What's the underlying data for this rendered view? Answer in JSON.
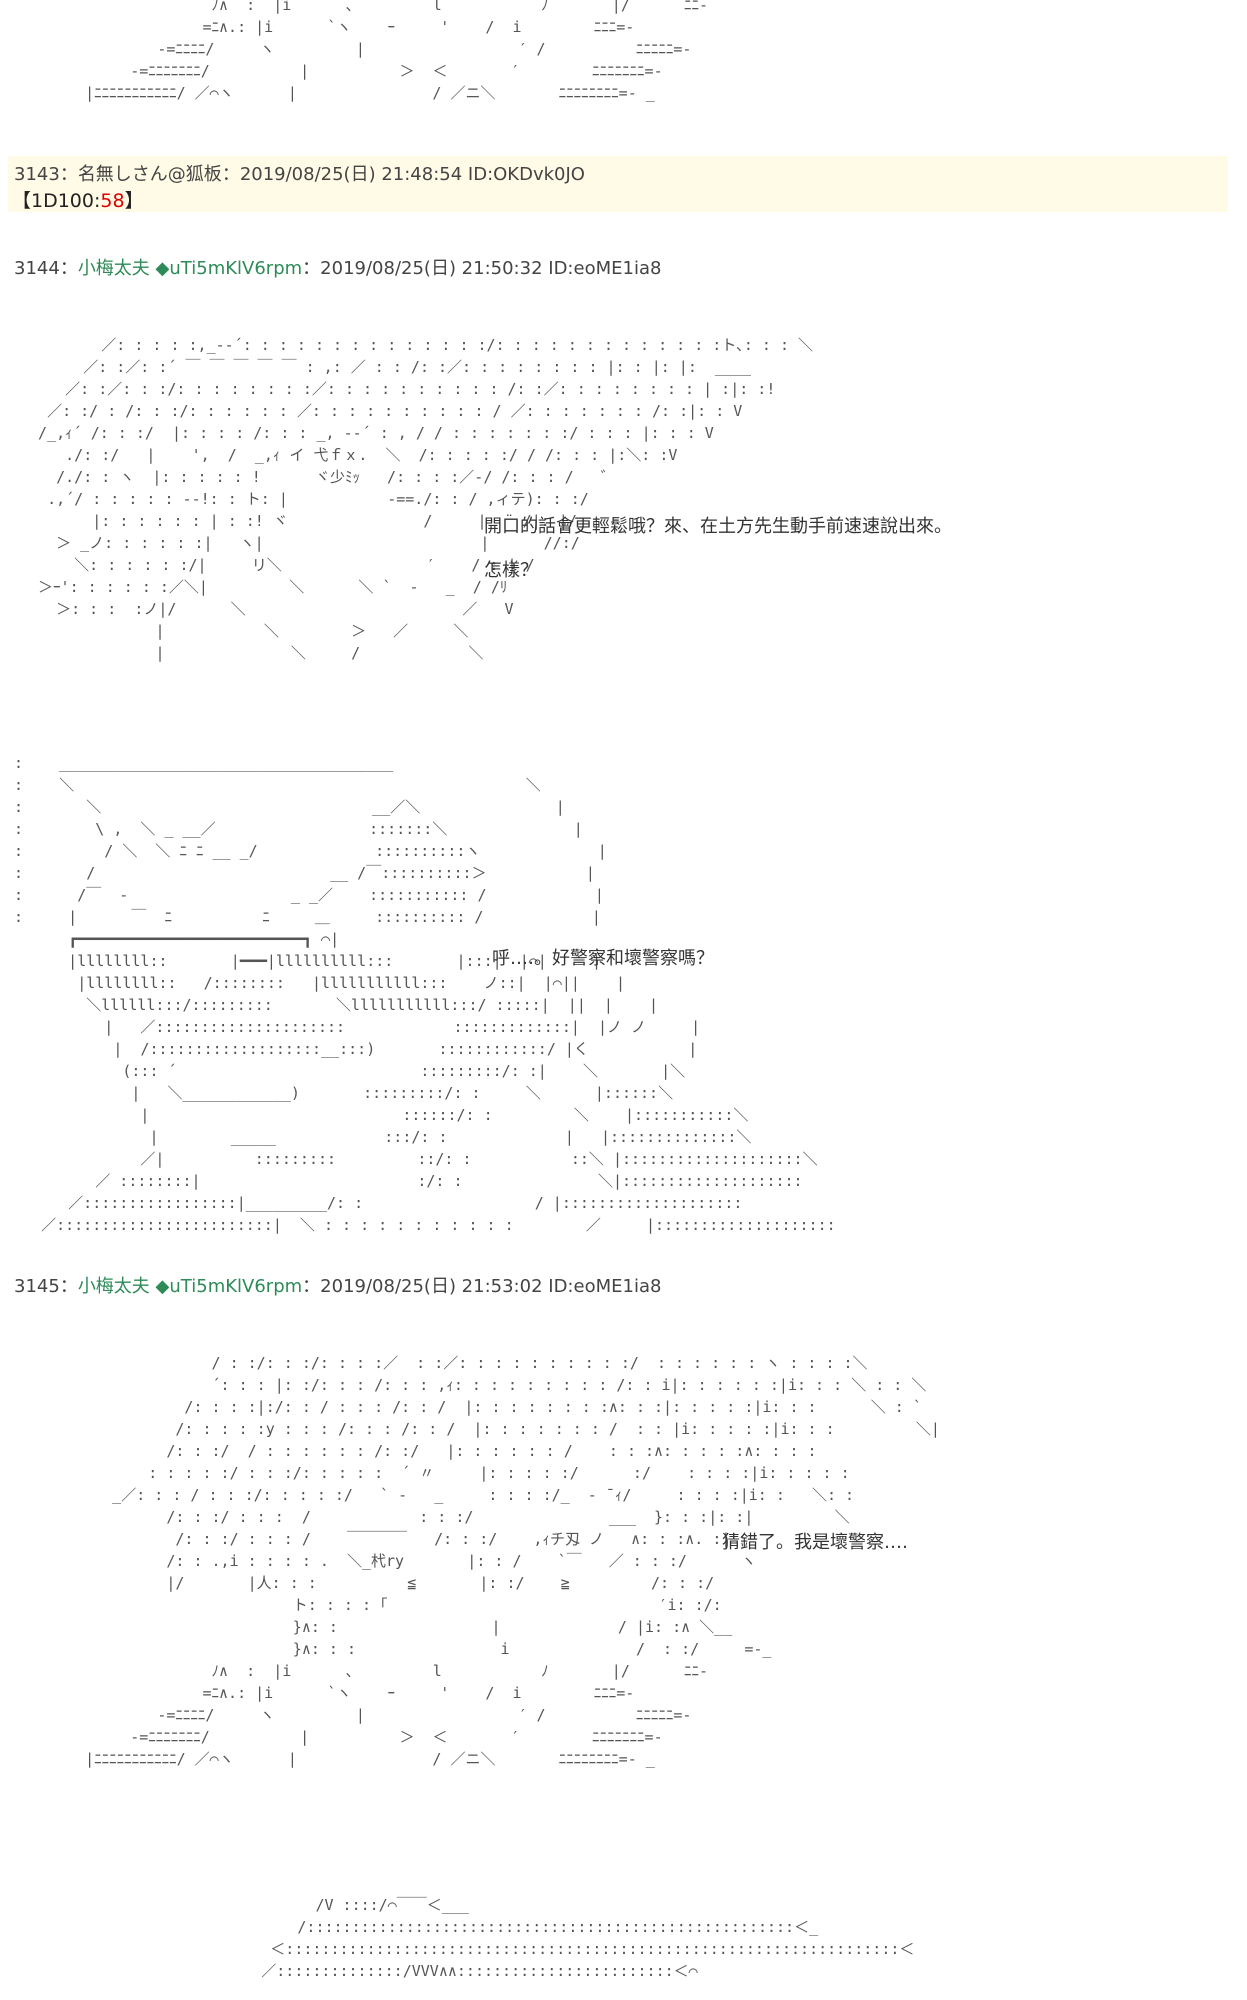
{
  "posts": [
    {
      "number": "3143",
      "name": "名無しさん@狐板",
      "date": "2019/08/25(日) 21:48:54",
      "id": "ID:OKDvk0JO",
      "dice_prefix": "【1D100:",
      "dice_value": "58",
      "dice_suffix": "】"
    },
    {
      "number": "3144",
      "name": "小梅太夫",
      "trip_mark": "◆",
      "trip": "uTi5mKlV6rpm",
      "date": "2019/08/25(日) 21:50:32",
      "id": "ID:eoME1ia8",
      "lines": [
        "開口的話會更輕鬆哦？來、在土方先生動手前速速說出來。",
        "怎樣？",
        "呼‥‥。好警察和壞警察嗎？"
      ]
    },
    {
      "number": "3145",
      "name": "小梅太夫",
      "trip_mark": "◆",
      "trip": "uTi5mKlV6rpm",
      "date": "2019/08/25(日) 21:53:02",
      "id": "ID:eoME1ia8",
      "lines": [
        "猜錯了。我是壞警察‥‥"
      ]
    }
  ],
  "separator": "：",
  "colors": {
    "name": "#2e8b57",
    "dice_result": "#e00000",
    "highlight": "#fffbe6"
  }
}
